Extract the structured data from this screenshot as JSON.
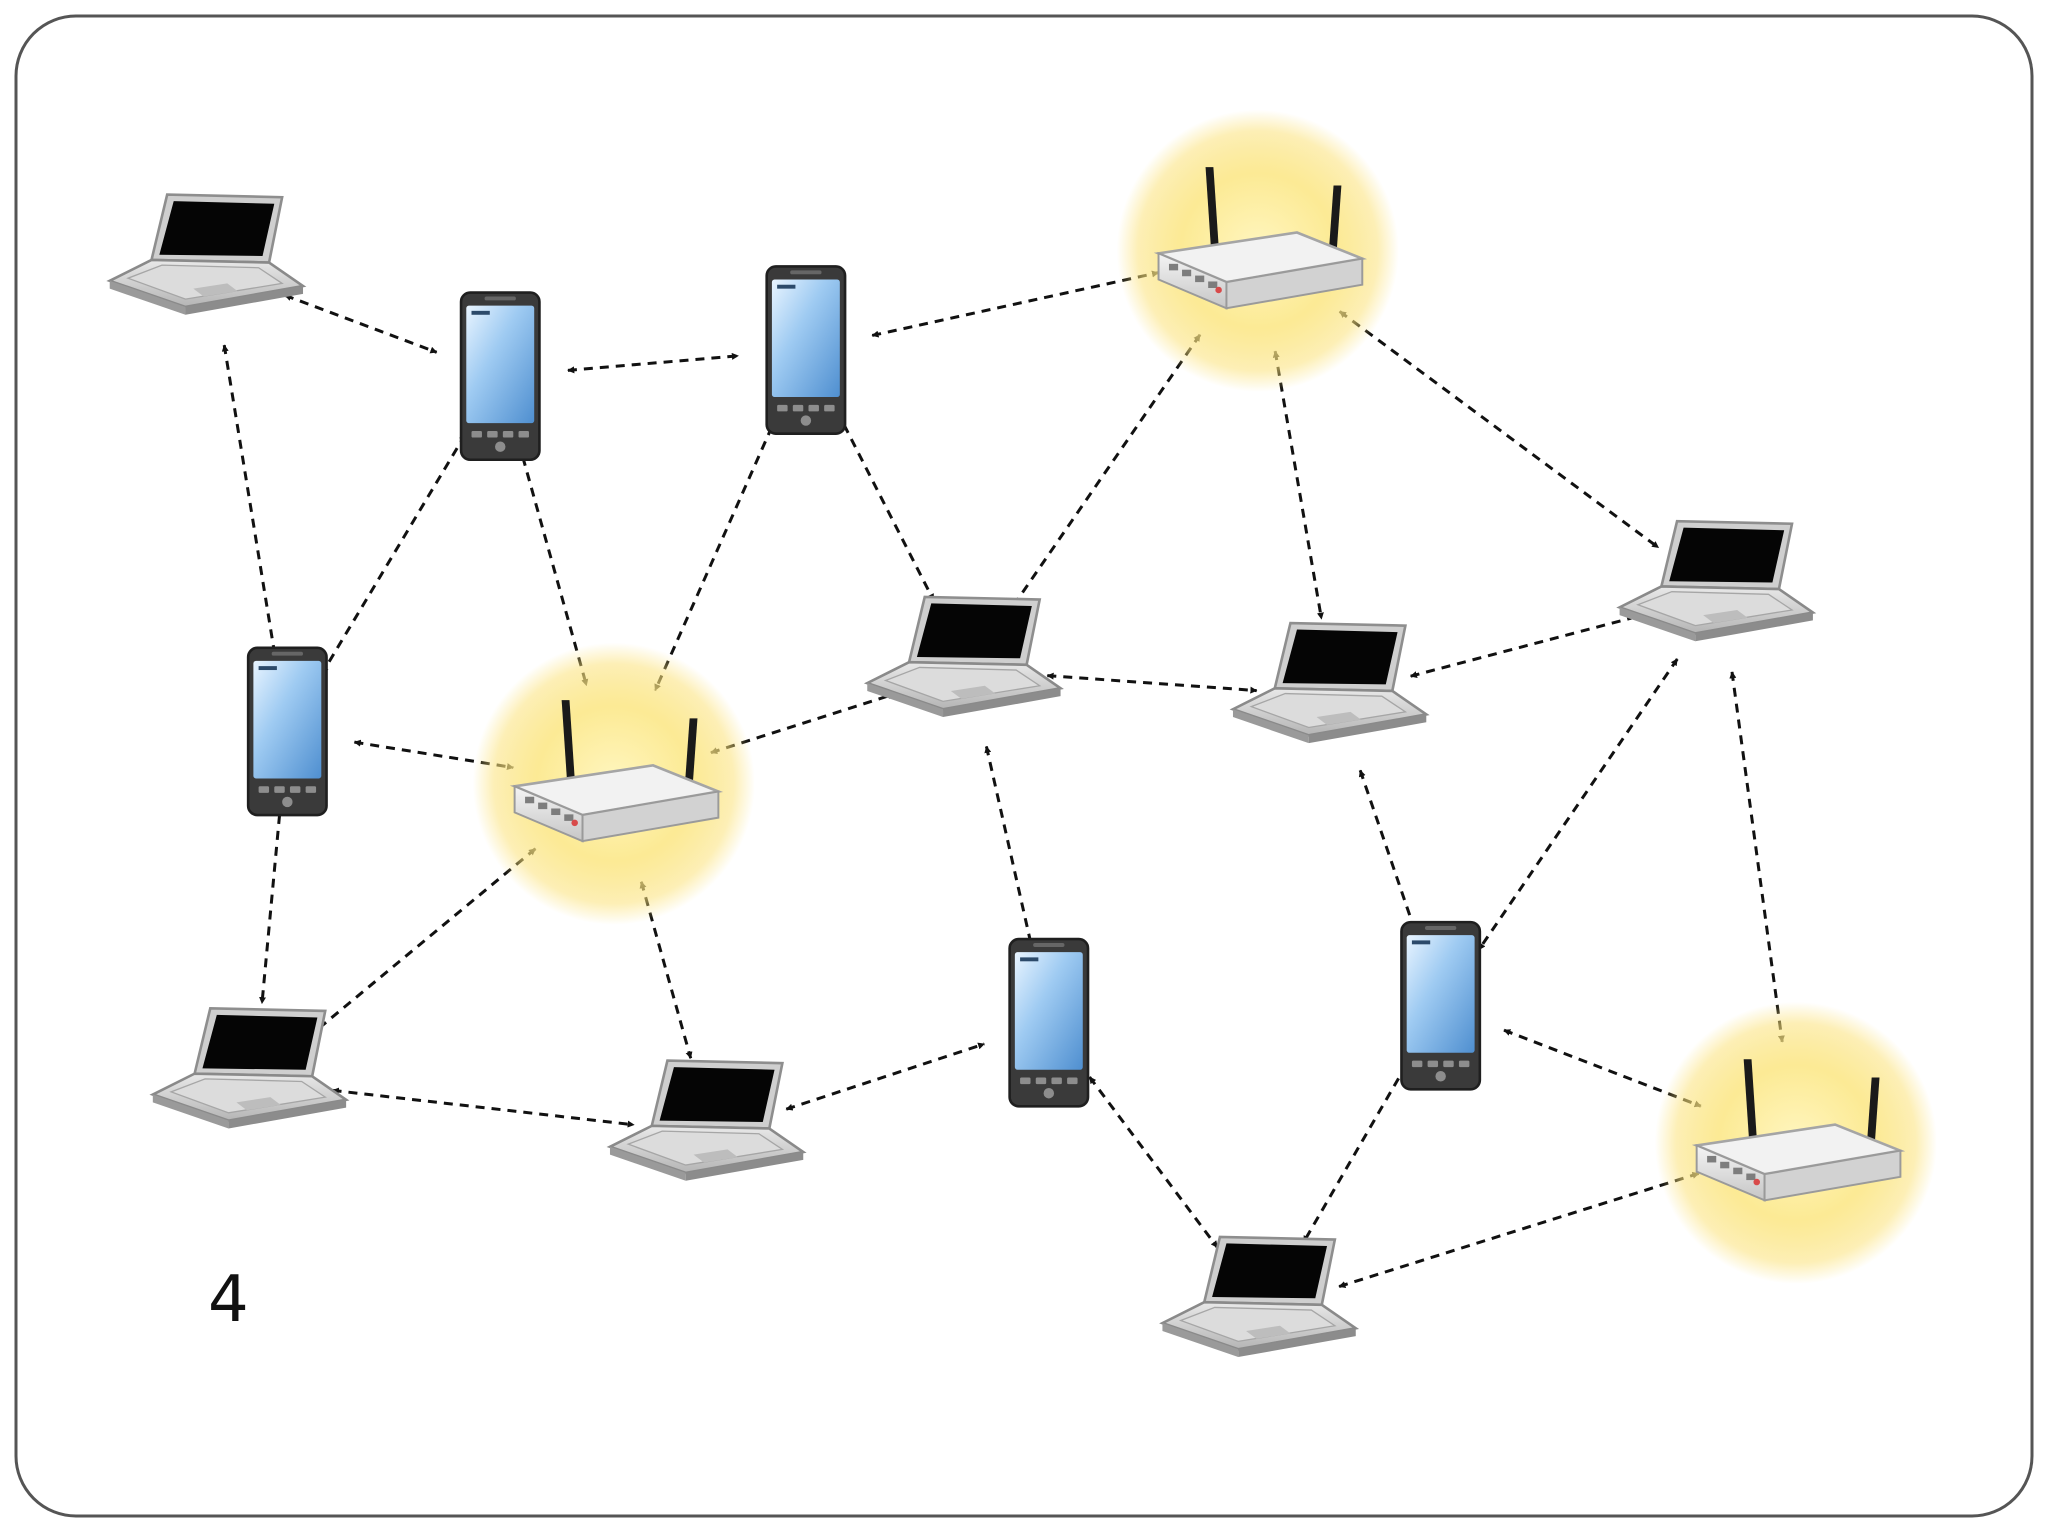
{
  "slide": {
    "page_number": "4",
    "border_color": "#555555",
    "background": "#ffffff"
  },
  "diagram": {
    "type": "wireless-mesh-network",
    "node_types": {
      "laptop": {
        "icon": "laptop-icon"
      },
      "phone": {
        "icon": "smartphone-icon"
      },
      "router": {
        "icon": "wifi-router-icon",
        "halo_color": "#fbe17a"
      }
    },
    "nodes": [
      {
        "id": "L1",
        "kind": "laptop"
      },
      {
        "id": "P1",
        "kind": "phone"
      },
      {
        "id": "P2",
        "kind": "phone"
      },
      {
        "id": "R1",
        "kind": "router"
      },
      {
        "id": "P3",
        "kind": "phone"
      },
      {
        "id": "R2",
        "kind": "router"
      },
      {
        "id": "L2",
        "kind": "laptop"
      },
      {
        "id": "L3",
        "kind": "laptop"
      },
      {
        "id": "L4",
        "kind": "laptop"
      },
      {
        "id": "L5",
        "kind": "laptop"
      },
      {
        "id": "L6",
        "kind": "laptop"
      },
      {
        "id": "P4",
        "kind": "phone"
      },
      {
        "id": "P5",
        "kind": "phone"
      },
      {
        "id": "R3",
        "kind": "router"
      },
      {
        "id": "L7",
        "kind": "laptop"
      }
    ],
    "links": [
      [
        "L1",
        "P1"
      ],
      [
        "L1",
        "P3"
      ],
      [
        "P1",
        "P2"
      ],
      [
        "P2",
        "R1"
      ],
      [
        "P1",
        "P3"
      ],
      [
        "P1",
        "R2"
      ],
      [
        "P2",
        "R2"
      ],
      [
        "P2",
        "L2"
      ],
      [
        "R1",
        "L2"
      ],
      [
        "R1",
        "L3"
      ],
      [
        "R1",
        "L4"
      ],
      [
        "P3",
        "R2"
      ],
      [
        "P3",
        "L5"
      ],
      [
        "R2",
        "L5"
      ],
      [
        "R2",
        "L6"
      ],
      [
        "R2",
        "L2"
      ],
      [
        "L2",
        "L3"
      ],
      [
        "L2",
        "P4"
      ],
      [
        "L3",
        "L4"
      ],
      [
        "L3",
        "P5"
      ],
      [
        "L4",
        "P5"
      ],
      [
        "L4",
        "R3"
      ],
      [
        "L5",
        "L6"
      ],
      [
        "L6",
        "P4"
      ],
      [
        "P4",
        "L7"
      ],
      [
        "P5",
        "L7"
      ],
      [
        "P5",
        "R3"
      ],
      [
        "R3",
        "L7"
      ]
    ]
  }
}
